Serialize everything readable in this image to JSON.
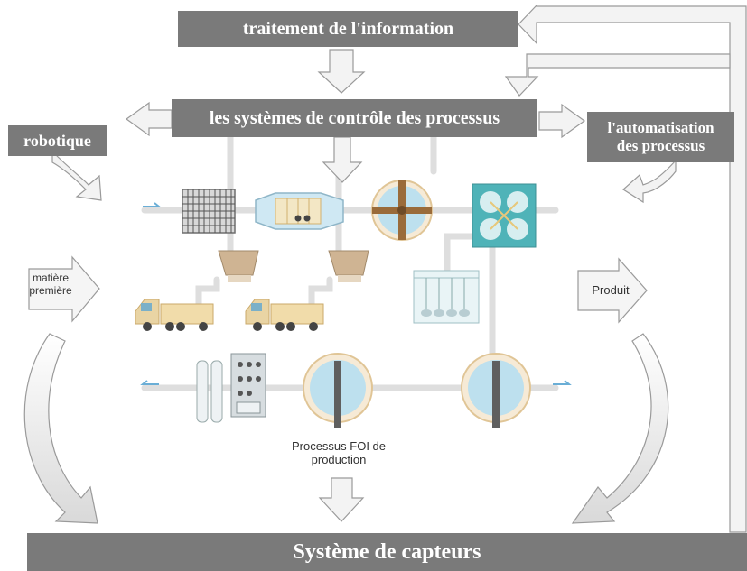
{
  "boxes": {
    "top": "traitement de l'information",
    "control": "les systèmes de contrôle des processus",
    "robotics": "robotique",
    "automation_line1": "l'automatisation",
    "automation_line2": "des processus",
    "sensors": "Système de capteurs"
  },
  "labels": {
    "raw_material_line1": "matière",
    "raw_material_line2": "première",
    "product": "Produit",
    "process_line1": "Processus FOI de",
    "process_line2": "production"
  },
  "colors": {
    "box_fill": "#7a7a7a",
    "arrow_fill": "#f3f3f3",
    "arrow_stroke": "#9a9a9a",
    "pipe": "#dcdcdc",
    "tank_rim": "#e2c9a0",
    "tank_water": "#bde0ee",
    "truck_body": "#f1dcaa",
    "accent_teal": "#4fb3b8"
  }
}
